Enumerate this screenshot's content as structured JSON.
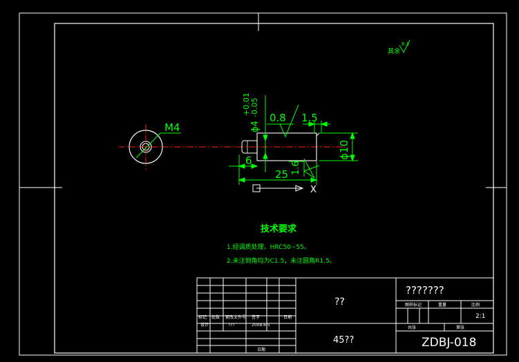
{
  "drawing": {
    "roughness_note": "其余",
    "roughness_value": "6.3",
    "thread_label": "M4",
    "tolerance_upper": "+0.01",
    "tolerance_lower": "-0.05",
    "dia_small": "ϕ4",
    "roughness_a": "0.8",
    "chamfer_a": "1.5",
    "dia_large": "ϕ10",
    "dim_length_small": "6",
    "dim_length_total": "25",
    "roughness_b": "1.6",
    "axis_label": "X"
  },
  "tech_requirements": {
    "title": "技术要求",
    "line1": "1.经调质处理，HRC50~55。",
    "line2": "2.未注倒角均为C1.5，未注圆角R1.5。"
  },
  "title_block": {
    "part_name": "???????",
    "center_top": "??",
    "material": "45??",
    "drawing_no": "ZDBJ-018",
    "row_header": [
      "标记",
      "处数",
      "更改文件号",
      "签字",
      "日期"
    ],
    "designer_label": "设计",
    "designer": "???",
    "date": "2008.6.5",
    "approve_label": "日期",
    "right_labels": [
      "图样标记",
      "重量",
      "比例"
    ],
    "scale": "2:1",
    "sheet_labels": [
      "共张",
      "第张"
    ]
  },
  "colors": {
    "frame": "#ffffff",
    "dimension": "#00ff00",
    "centerline": "#ff2020",
    "text_green": "#00ff00",
    "text_white": "#ffffff",
    "title_text": "#00ff66"
  }
}
